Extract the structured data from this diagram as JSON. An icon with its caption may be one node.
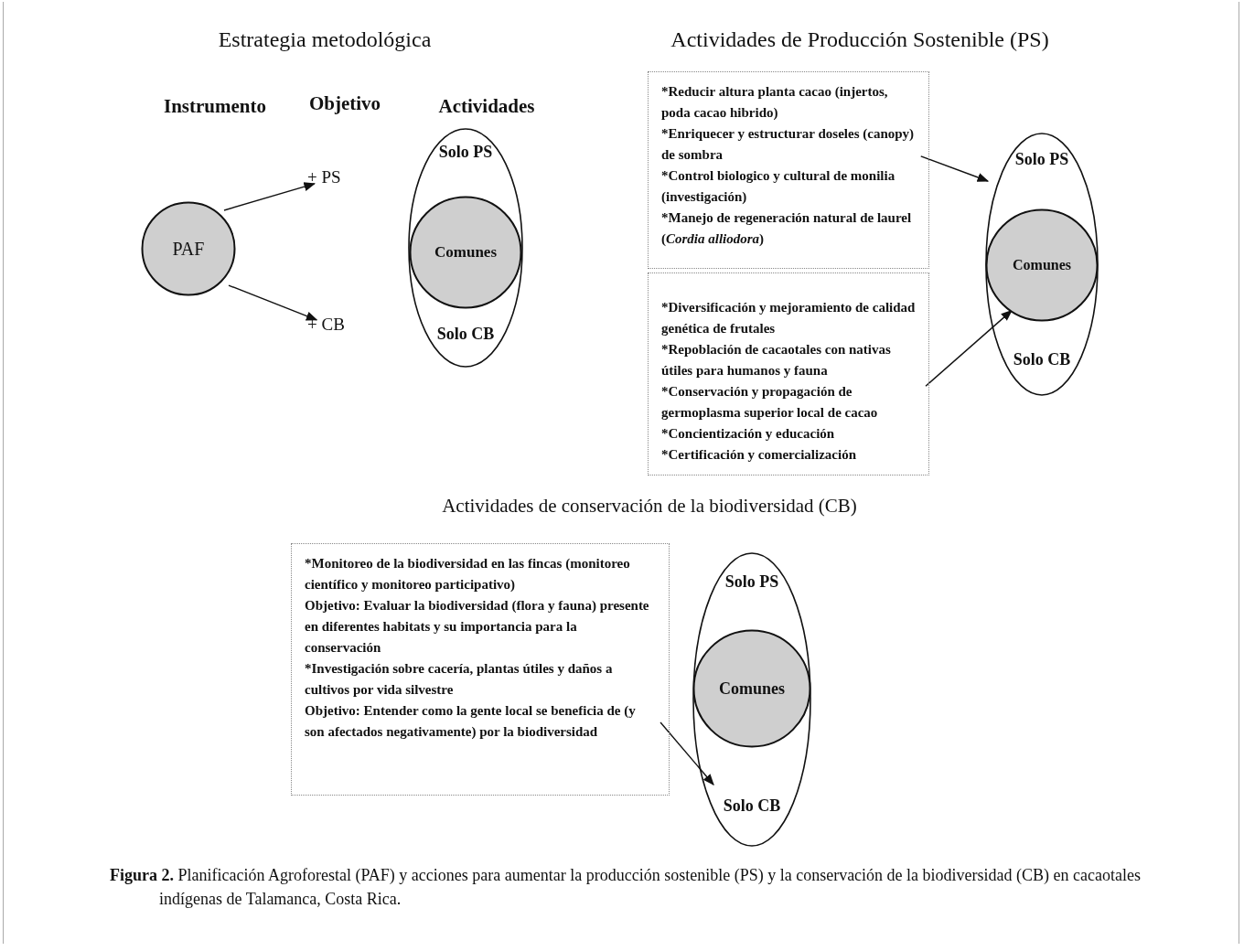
{
  "diagram": {
    "caption": "**Figura 2.** Planificación Agroforestal (PAF) y acciones para aumentar la producción sostenible (PS) y la conservación de la biodiversidad (CB) en cacaotales indígenas de Talamanca, Costa Rica.",
    "nodes": [
      {
        "text": [
          "PAF"
        ]
      },
      {
        "text": [
          "+ PS"
        ]
      },
      {
        "text": [
          "+ CB"
        ]
      },
      {
        "text": [
          "Solo PS",
          "Solo CB"
        ]
      },
      {
        "text": [
          "Comunes"
        ],
        "in": 3
      },
      {
        "text": [
          "*Reducir altura planta cacao (injertos, poda cacao hibrido)",
          "*Enriquecer y estructurar doseles (canopy) de sombra",
          "*Control biologico y cultural de monilia (investigación)",
          "*Manejo de regeneración natural de laurel (*Cordia alliodora*)"
        ]
      },
      {
        "text": [
          "Solo PS",
          "Solo CB"
        ]
      },
      {
        "text": [
          "Comunes"
        ],
        "in": 6
      },
      {
        "text": [
          "*Diversificación y mejoramiento de calidad genética de frutales",
          "*Repoblación de cacaotales con nativas útiles para humanos y fauna",
          "*Conservación y propagación de germoplasma superior local de cacao",
          "*Concientización y educación",
          "*Certificación y comercialización"
        ]
      },
      {
        "text": [
          "*Monitoreo de la biodiversidad en las fincas (monitoreo científico y monitoreo participativo)",
          "Objetivo: Evaluar la biodiversidad (flora y fauna) presente en diferentes habitats y su importancia para la conservación",
          "*Investigación sobre cacería, plantas útiles y daños a cultivos por vida silvestre",
          "Objetivo: Entender como la gente local se beneficia de (y son afectados negativamente) por la biodiversidad"
        ]
      },
      {
        "text": [
          "Solo PS",
          "Solo CB"
        ]
      },
      {
        "text": [
          "Comunes"
        ],
        "in": 10
      }
    ],
    "edges": [
      {
        "from": 0,
        "to": 1,
        "arrow": "to"
      },
      {
        "from": 0,
        "to": 2,
        "arrow": "to"
      },
      {
        "from": 5,
        "to": 6,
        "arrow": "to"
      },
      {
        "from": 8,
        "to": 7,
        "arrow": "to"
      },
      {
        "from": 9,
        "to": 10,
        "arrow": "to"
      }
    ],
    "labels": [
      "Estrategia metodológica",
      "Actividades de Producción Sostenible (PS)",
      "Instrumento",
      "Objetivo",
      "Actividades",
      "Actividades de conservación de la biodiversidad (CB)"
    ]
  }
}
